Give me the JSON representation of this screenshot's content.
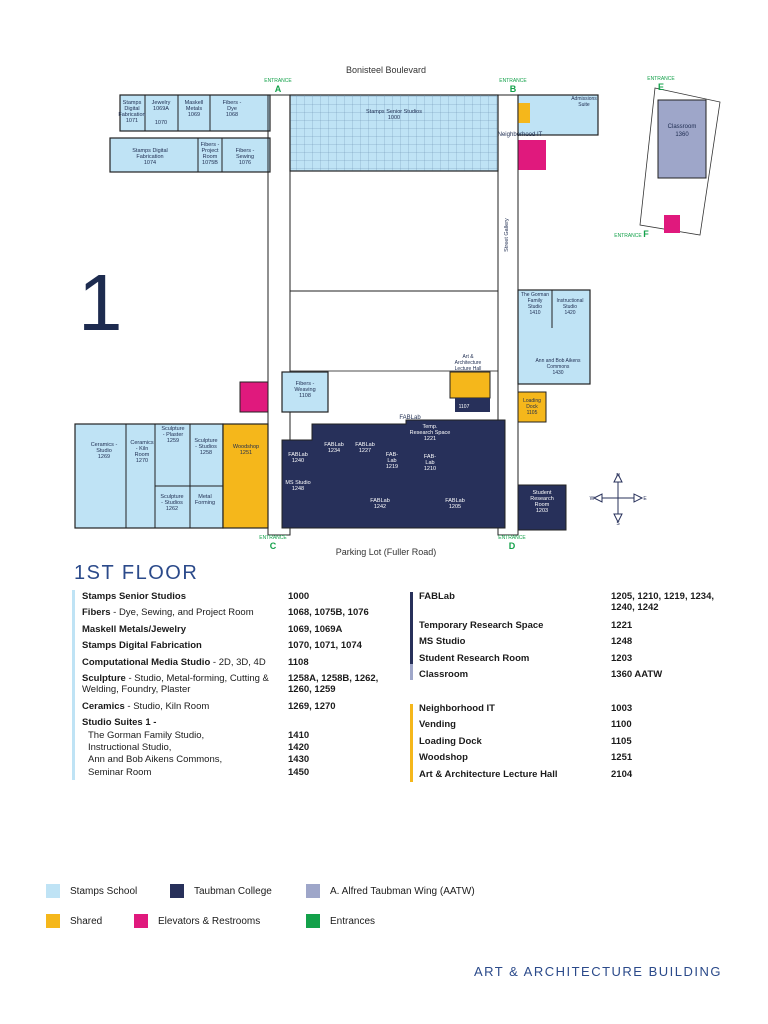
{
  "map": {
    "street_top": "Bonisteel Boulevard",
    "street_bottom": "Parking Lot (Fuller Road)",
    "floor_number": "1",
    "entrance_word": "ENTRANCE",
    "entrances": [
      "A",
      "B",
      "C",
      "D",
      "E",
      "F"
    ],
    "street_gallery": "Street Gallery",
    "fablab_corridor": "FABLab",
    "compass": {
      "n": "N",
      "s": "S",
      "e": "E",
      "w": "W"
    },
    "rooms": {
      "r1071": "Stamps Digital Fabrication 1071",
      "r1069a": "Jewelry 1069A",
      "r1070": "1070",
      "r1069": "Maskell Metals 1069",
      "r1068": "Fibers - Dye 1068",
      "r1074": "Stamps Digital Fabrication 1074",
      "r1075b": "Fibers - Project Room 1075B",
      "r1076": "Fibers - Sewing 1076",
      "r1000": "Stamps Senior Studios 1000",
      "r1003": "Neighborhood IT",
      "radm": "Admissions Suite",
      "r1360": "Classroom 1360",
      "r1410": "The Gorman Family Studio 1410",
      "r1420": "Instructional Studio 1420",
      "r1430": "Ann and Bob Aikens Commons 1430",
      "r1108": "Fibers - Weaving 1108",
      "r2104": "Art & Architecture Lecture Hall",
      "r1107": "1107",
      "r1105": "Loading Dock 1105",
      "r1221": "Temp. Research Space 1221",
      "r1240": "FABLab 1240",
      "r1234": "FABLab 1234",
      "r1227": "FABLab 1227",
      "r1219": "FAB-Lab 1219",
      "r1210": "FAB-Lab 1210",
      "r1248": "MS Studio 1248",
      "r1242": "FABLab 1242",
      "r1205": "FABLab 1205",
      "r1203": "Student Research Room 1203",
      "r1269": "Ceramics - Studio 1269",
      "r1270": "Ceramics - Kiln Room 1270",
      "r1259": "Sculpture - Plaster 1259",
      "r1258": "Sculpture - Studios 1258",
      "r1262": "Sculpture - Studios 1262",
      "r1260": "Metal Forming",
      "r1251": "Woodshop 1251"
    }
  },
  "floor_title": "1ST FLOOR",
  "directory_left": [
    {
      "name_bold": "Stamps Senior Studios",
      "name_rest": "",
      "num": "1000"
    },
    {
      "name_bold": "Fibers",
      "name_rest": " - Dye, Sewing, and Project Room",
      "num": "1068, 1075B, 1076"
    },
    {
      "name_bold": "Maskell Metals/Jewelry",
      "name_rest": "",
      "num": "1069, 1069A"
    },
    {
      "name_bold": "Stamps Digital Fabrication",
      "name_rest": "",
      "num": "1070, 1071, 1074"
    },
    {
      "name_bold": "Computational Media Studio",
      "name_rest": " - 2D, 3D, 4D",
      "num": "1108"
    },
    {
      "name_bold": "Sculpture",
      "name_rest": " - Studio, Metal-forming, Cutting & Welding, Foundry, Plaster",
      "num": "1258A, 1258B, 1262, 1260, 1259"
    },
    {
      "name_bold": "Ceramics",
      "name_rest": " - Studio, Kiln Room",
      "num": "1269, 1270"
    },
    {
      "name_bold": "Studio Suites 1 -",
      "name_rest": "",
      "num": ""
    }
  ],
  "suites": [
    {
      "name": "The Gorman Family Studio,",
      "num": "1410"
    },
    {
      "name": "Instructional Studio,",
      "num": "1420"
    },
    {
      "name": "Ann and Bob Aikens Commons,",
      "num": "1430"
    },
    {
      "name": "Seminar Room",
      "num": "1450"
    }
  ],
  "directory_right_taubman": [
    {
      "name": "FABLab",
      "num": "1205, 1210, 1219, 1234, 1240, 1242"
    },
    {
      "name": "Temporary Research Space",
      "num": "1221"
    },
    {
      "name": "MS Studio",
      "num": "1248"
    },
    {
      "name": "Student Research Room",
      "num": "1203"
    },
    {
      "name": "Classroom",
      "num": "1360 AATW"
    }
  ],
  "directory_right_shared": [
    {
      "name": "Neighborhood IT",
      "num": "1003"
    },
    {
      "name": "Vending",
      "num": "1100"
    },
    {
      "name": "Loading Dock",
      "num": "1105"
    },
    {
      "name": "Woodshop",
      "num": "1251"
    },
    {
      "name": "Art & Architecture Lecture Hall",
      "num": "2104"
    }
  ],
  "legend": [
    {
      "label": "Stamps School",
      "color": "#bfe3f5"
    },
    {
      "label": "Taubman College",
      "color": "#27305a"
    },
    {
      "label": "A. Alfred Taubman Wing (AATW)",
      "color": "#9ea6c9"
    },
    {
      "label": "Shared",
      "color": "#f5b71b"
    },
    {
      "label": "Elevators & Restrooms",
      "color": "#e0197d"
    },
    {
      "label": "Entrances",
      "color": "#13a14a"
    }
  ],
  "footer": "ART & ARCHITECTURE BUILDING"
}
